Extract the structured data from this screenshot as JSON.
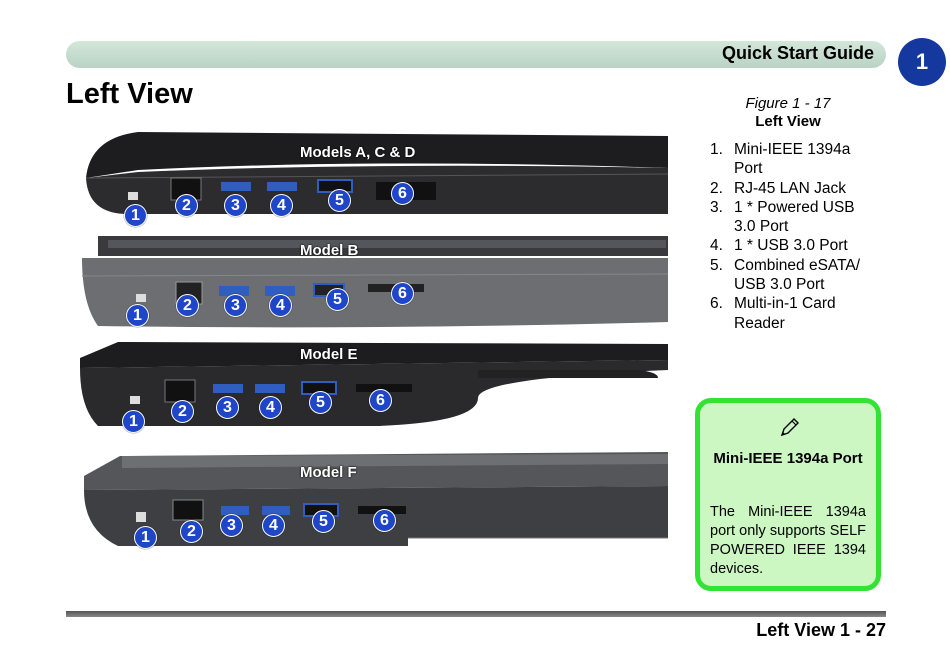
{
  "header": {
    "title": "Quick Start Guide",
    "chapter": "1"
  },
  "page_title": "Left View",
  "figure": {
    "number": "Figure 1 - 17",
    "title": "Left View"
  },
  "ports": [
    {
      "n": "1.",
      "label": "Mini-IEEE 1394a Port"
    },
    {
      "n": "2.",
      "label": "RJ-45 LAN Jack"
    },
    {
      "n": "3.",
      "label": "1 * Powered USB 3.0 Port"
    },
    {
      "n": "4.",
      "label": "1 * USB 3.0 Port"
    },
    {
      "n": "5.",
      "label": "Combined eSATA/ USB 3.0 Port"
    },
    {
      "n": "6.",
      "label": "Multi-in-1 Card Reader"
    }
  ],
  "panels": [
    {
      "label": "Models A, C & D"
    },
    {
      "label": "Model B"
    },
    {
      "label": "Model E"
    },
    {
      "label": "Model F"
    }
  ],
  "markers": [
    "1",
    "2",
    "3",
    "4",
    "5",
    "6"
  ],
  "note": {
    "icon": "pencil-icon",
    "title": "Mini-IEEE 1394a Port",
    "body": "The Mini-IEEE 1394a port only supports SELF POWERED IEEE 1394 devices."
  },
  "footer": {
    "page_ref": "Left View 1 - 27"
  },
  "colors": {
    "marker": "#1f46c8",
    "note_border": "#33e333",
    "note_fill": "#ccf7c2",
    "badge": "#14389e"
  }
}
